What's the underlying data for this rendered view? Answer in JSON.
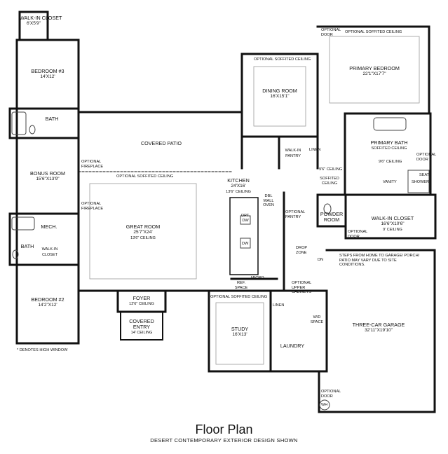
{
  "title": "Floor Plan",
  "subtitle": "DESERT CONTEMPORARY EXTERIOR DESIGN SHOWN",
  "note": "* DENOTES HIGH WINDOW",
  "rooms": {
    "walkin_closet_top": {
      "name": "WALK-IN CLOSET",
      "dims": "6'X5'9\""
    },
    "bedroom3": {
      "name": "BEDROOM #3",
      "dims": "14'X12'"
    },
    "bath_top": {
      "name": "BATH"
    },
    "bonus_room": {
      "name": "BONUS ROOM",
      "dims": "15'6\"X13'9\""
    },
    "mech": {
      "name": "MECH."
    },
    "bath_bottom": {
      "name": "BATH"
    },
    "walkin_closet_small": {
      "name": "WALK-IN CLOSET"
    },
    "bedroom2": {
      "name": "BEDROOM #2",
      "dims": "14'2\"X12'"
    },
    "covered_patio": {
      "name": "COVERED PATIO"
    },
    "great_room": {
      "name": "GREAT ROOM",
      "dims": "25'7\"X24'",
      "ceiling": "13'6\" CEILING"
    },
    "foyer": {
      "name": "FOYER",
      "ceiling": "12'6\" CEILING"
    },
    "covered_entry": {
      "name": "COVERED ENTRY",
      "ceiling": "14' CEILING"
    },
    "kitchen": {
      "name": "KITCHEN",
      "dims": "24'X16'",
      "ceiling": "13'6\" CEILING"
    },
    "dining_room": {
      "name": "DINING ROOM",
      "dims": "16'X15'1\""
    },
    "walkin_pantry": {
      "name": "WALK-IN PANTRY"
    },
    "linen_upper": {
      "name": "LINEN"
    },
    "primary_bedroom": {
      "name": "PRIMARY BEDROOM",
      "dims": "22'1\"X17'7\""
    },
    "primary_bath": {
      "name": "PRIMARY BATH",
      "ceiling": "SOFFITED CEILING"
    },
    "powder_room": {
      "name": "POWDER ROOM"
    },
    "walkin_closet_primary": {
      "name": "WALK-IN CLOSET",
      "dims": "16'6\"X10'6\"",
      "ceiling": "9' CEILING"
    },
    "study": {
      "name": "STUDY",
      "dims": "16'X13'"
    },
    "linen_lower": {
      "name": "LINEN"
    },
    "laundry": {
      "name": "LAUNDRY"
    },
    "garage": {
      "name": "THREE-CAR GARAGE",
      "dims": "32'11\"X19'10\""
    }
  },
  "labels": {
    "soffit_dining": "OPTIONAL SOFFITED CEILING",
    "soffit_primary": "OPTIONAL SOFFITED CEILING",
    "soffit_great": "OPTIONAL SOFFITED CEILING",
    "soffit_study": "OPTIONAL SOFFITED CEILING",
    "opt_door_primary": "OPTIONAL DOOR",
    "opt_door_bath": "OPTIONAL DOOR",
    "opt_door_closet": "OPTIONAL DOOR",
    "opt_door_garage": "OPTIONAL DOOR",
    "opt_fireplace_patio": "OPTIONAL FIREPLACE",
    "opt_fireplace_great": "OPTIONAL FIREPLACE",
    "opt_pantry": "OPTIONAL PANTRY",
    "opt_upper_cabinets": "OPTIONAL UPPER CABINETS",
    "drop_zone": "DROP ZONE",
    "dbl_wall_oven": "DBL WALL OVEN",
    "opt_dw": "OPT. DW",
    "dw": "DW",
    "micro": "MICRO",
    "ref_space": "REF. SPACE",
    "ceiling_9_6": "9'6\" CEILING",
    "soffited_ceiling": "SOFFITED CEILING",
    "ceiling_9_6b": "9'6\" CEILING",
    "vanity": "VANITY",
    "seat": "SEAT",
    "shower": "SHOWER",
    "dn": "DN",
    "steps_note": "STEPS FROM HOME TO GARAGE/ PORCH/ PATIO MAY VARY DUE TO SITE CONDITIONS.",
    "wd_space": "W/D SPACE",
    "wh": "WH"
  },
  "colors": {
    "wall": "#111111",
    "fixture": "#444444",
    "soffit": "#999999"
  }
}
